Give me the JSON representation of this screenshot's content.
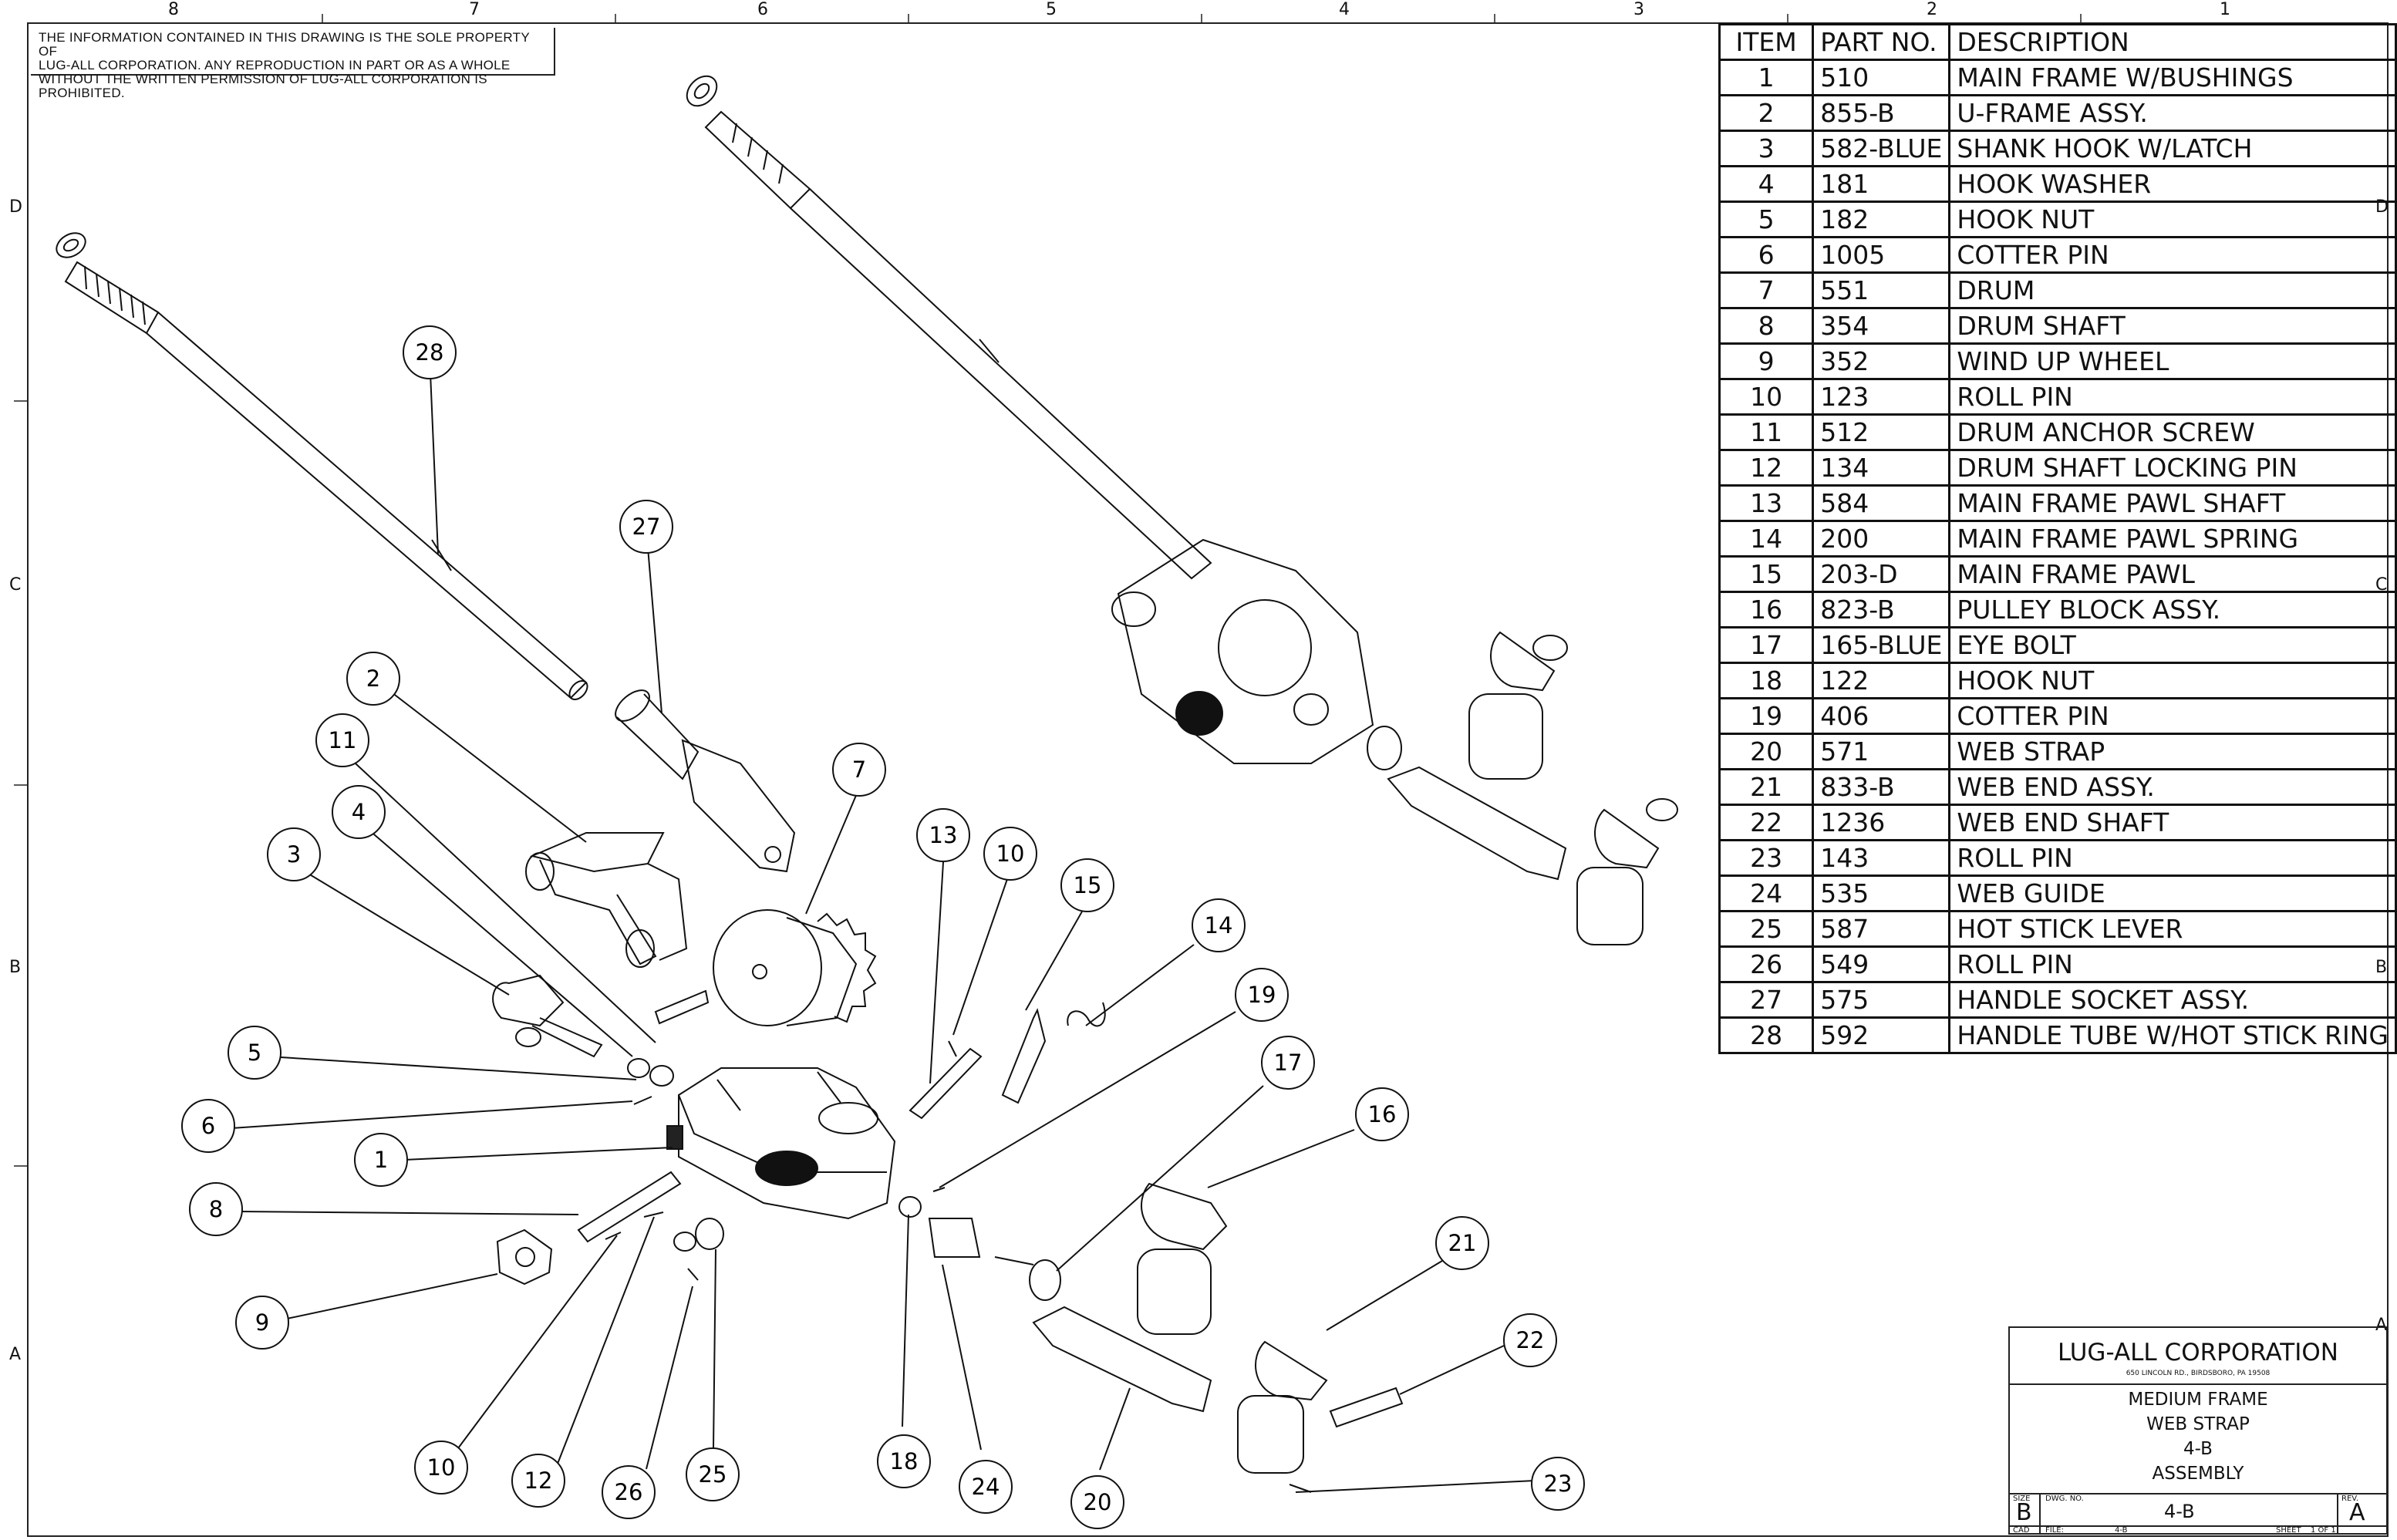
{
  "notice": {
    "line1": "THE INFORMATION CONTAINED IN THIS DRAWING IS THE SOLE PROPERTY OF",
    "line2": "LUG-ALL CORPORATION.  ANY REPRODUCTION IN PART OR AS A WHOLE",
    "line3": "WITHOUT THE WRITTEN PERMISSION OF LUG-ALL CORPORATION IS PROHIBITED."
  },
  "zones": {
    "columns": [
      "8",
      "7",
      "6",
      "5",
      "4",
      "3",
      "2",
      "1"
    ],
    "rows": [
      "D",
      "C",
      "B",
      "A"
    ]
  },
  "bom": {
    "headers": {
      "item": "ITEM",
      "part": "PART NO.",
      "desc": "DESCRIPTION"
    },
    "rows": [
      {
        "item": "1",
        "part": "510",
        "desc": "MAIN FRAME W/BUSHINGS"
      },
      {
        "item": "2",
        "part": "855-B",
        "desc": "U-FRAME ASSY."
      },
      {
        "item": "3",
        "part": "582-BLUE",
        "desc": "SHANK HOOK W/LATCH"
      },
      {
        "item": "4",
        "part": "181",
        "desc": "HOOK WASHER"
      },
      {
        "item": "5",
        "part": "182",
        "desc": "HOOK NUT"
      },
      {
        "item": "6",
        "part": "1005",
        "desc": "COTTER PIN"
      },
      {
        "item": "7",
        "part": "551",
        "desc": "DRUM"
      },
      {
        "item": "8",
        "part": "354",
        "desc": "DRUM SHAFT"
      },
      {
        "item": "9",
        "part": "352",
        "desc": "WIND UP WHEEL"
      },
      {
        "item": "10",
        "part": "123",
        "desc": "ROLL PIN"
      },
      {
        "item": "11",
        "part": "512",
        "desc": "DRUM ANCHOR SCREW"
      },
      {
        "item": "12",
        "part": "134",
        "desc": "DRUM SHAFT LOCKING PIN"
      },
      {
        "item": "13",
        "part": "584",
        "desc": "MAIN FRAME PAWL SHAFT"
      },
      {
        "item": "14",
        "part": "200",
        "desc": "MAIN FRAME PAWL SPRING"
      },
      {
        "item": "15",
        "part": "203-D",
        "desc": "MAIN FRAME PAWL"
      },
      {
        "item": "16",
        "part": "823-B",
        "desc": "PULLEY BLOCK ASSY."
      },
      {
        "item": "17",
        "part": "165-BLUE",
        "desc": "EYE BOLT"
      },
      {
        "item": "18",
        "part": "122",
        "desc": "HOOK NUT"
      },
      {
        "item": "19",
        "part": "406",
        "desc": "COTTER PIN"
      },
      {
        "item": "20",
        "part": "571",
        "desc": "WEB STRAP"
      },
      {
        "item": "21",
        "part": "833-B",
        "desc": "WEB END ASSY."
      },
      {
        "item": "22",
        "part": "1236",
        "desc": "WEB END SHAFT"
      },
      {
        "item": "23",
        "part": "143",
        "desc": "ROLL PIN"
      },
      {
        "item": "24",
        "part": "535",
        "desc": "WEB GUIDE"
      },
      {
        "item": "25",
        "part": "587",
        "desc": "HOT STICK LEVER"
      },
      {
        "item": "26",
        "part": "549",
        "desc": "ROLL PIN"
      },
      {
        "item": "27",
        "part": "575",
        "desc": "HANDLE SOCKET ASSY."
      },
      {
        "item": "28",
        "part": "592",
        "desc": "HANDLE TUBE W/HOT STICK RING"
      }
    ]
  },
  "title_block": {
    "company": "LUG-ALL CORPORATION",
    "address": "650 LINCOLN RD., BIRDSBORO, PA 19508",
    "title1": "MEDIUM FRAME",
    "title2": "WEB STRAP",
    "title3": "4-B",
    "title4": "ASSEMBLY",
    "size_label": "SIZE",
    "size": "B",
    "dwg_label": "DWG.  NO.",
    "dwg_no": "4-B",
    "rev_label": "REV.",
    "rev": "A",
    "cad_label": "CAD",
    "file_label": "FILE:",
    "file": "4-B",
    "sheet_label": "SHEET",
    "sheet": "1 OF 1"
  },
  "balloons": [
    "1",
    "2",
    "3",
    "4",
    "5",
    "6",
    "7",
    "8",
    "9",
    "10",
    "10",
    "11",
    "12",
    "13",
    "14",
    "15",
    "16",
    "17",
    "18",
    "19",
    "20",
    "21",
    "22",
    "23",
    "24",
    "25",
    "26",
    "27",
    "28"
  ]
}
